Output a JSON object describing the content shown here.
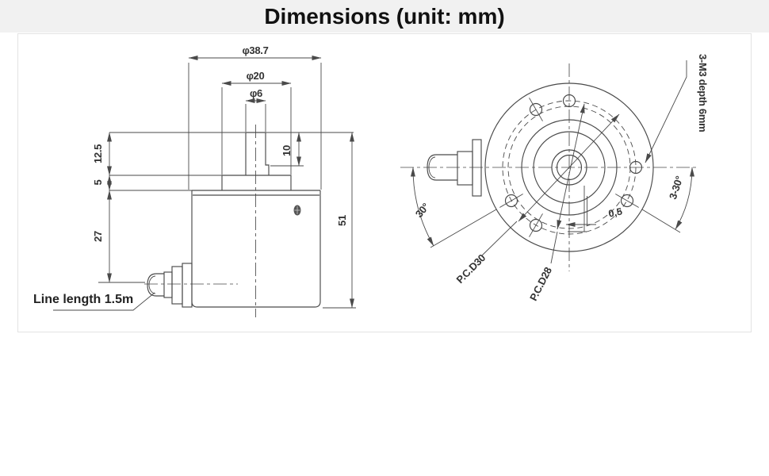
{
  "title": "Dimensions (unit: mm)",
  "side_view": {
    "dia_body": "φ38.7",
    "dia_boss": "φ20",
    "dia_shaft": "φ6",
    "shaft_exposed": "12.5",
    "boss_height": "5",
    "body_to_cable": "27",
    "shaft_length": "10",
    "total_height": "51",
    "cable_note": "Line length 1.5m"
  },
  "front_view": {
    "screw_note": "3-M3 depth 6mm",
    "angle_right": "3-30°",
    "angle_left": "30°",
    "pcd_outer": "P.C.D30",
    "pcd_inner": "P.C.D28",
    "offset": "0,5"
  },
  "colors": {
    "line": "#4a4a4a",
    "text": "#333333",
    "title_bg": "#f1f1f1",
    "panel_border": "#e3e3e3"
  }
}
